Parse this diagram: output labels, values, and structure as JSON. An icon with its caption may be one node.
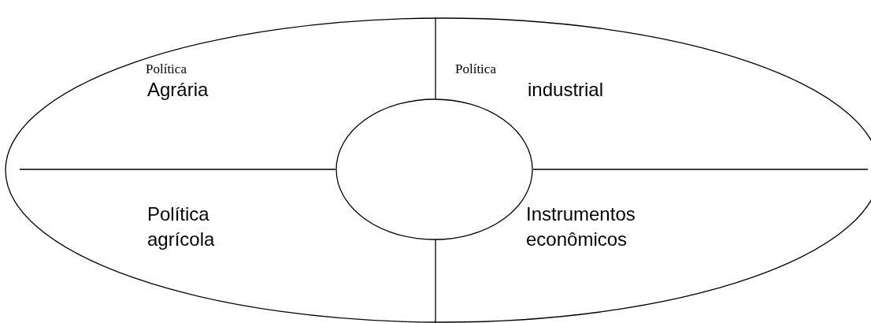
{
  "diagram": {
    "nodes": [
      {
        "text": [],
        "shape": "ellipse"
      },
      {
        "text": [
          "Política",
          "Agrária"
        ],
        "in": 0
      },
      {
        "text": [
          "Política",
          "industrial"
        ],
        "in": 0
      },
      {
        "text": [
          "Política agrícola"
        ],
        "in": 0
      },
      {
        "text": [
          "Instrumentos econômicos"
        ],
        "in": 0
      },
      {
        "text": [],
        "shape": "ellipse",
        "in": 0
      }
    ],
    "edges": []
  }
}
